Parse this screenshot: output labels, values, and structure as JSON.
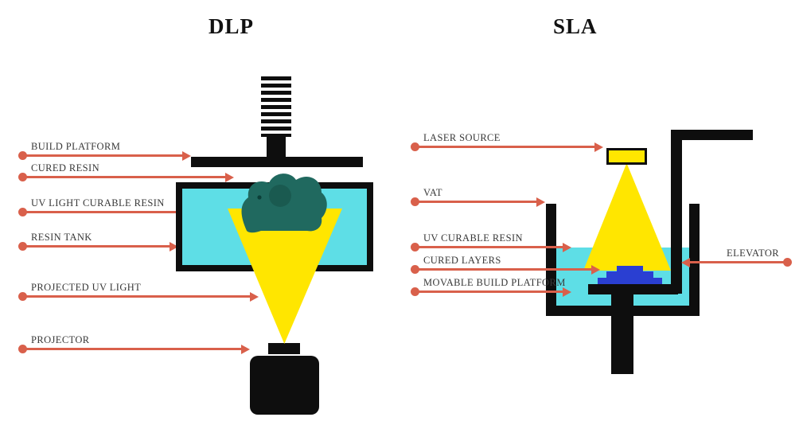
{
  "diagram": {
    "left": {
      "title": "DLP",
      "labels": [
        {
          "text": "BUILD PLATFORM"
        },
        {
          "text": "CURED RESIN"
        },
        {
          "text": "UV LIGHT CURABLE RESIN"
        },
        {
          "text": "RESIN TANK"
        },
        {
          "text": "PROJECTED UV LIGHT"
        },
        {
          "text": "PROJECTOR"
        }
      ]
    },
    "right": {
      "title": "SLA",
      "labels": [
        {
          "text": "LASER SOURCE"
        },
        {
          "text": "VAT"
        },
        {
          "text": "UV CURABLE RESIN"
        },
        {
          "text": "CURED LAYERS"
        },
        {
          "text": "MOVABLE BUILD PLATFORM"
        },
        {
          "text": "ELEVATOR"
        }
      ]
    },
    "colors": {
      "accent": "#d9604b",
      "resin_cyan": "#5edee6",
      "uv_yellow": "#ffe600",
      "cured_teal": "#20695f",
      "cured_blue": "#2a3fd2",
      "ink": "#0e0e0e",
      "label_text": "#383838"
    }
  }
}
